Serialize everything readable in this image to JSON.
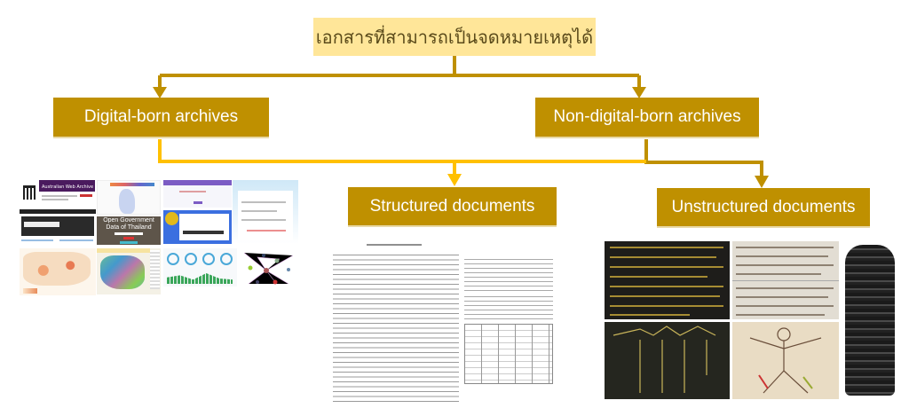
{
  "root": {
    "label": "เอกสารที่สามารถเป็นจดหมายเหตุได้"
  },
  "level1": [
    {
      "label": "Digital-born archives"
    },
    {
      "label": "Non-digital-born archives"
    }
  ],
  "level2": [
    {
      "label": "Structured documents"
    },
    {
      "label": "Unstructured documents"
    }
  ],
  "thumbnails": {
    "web_archive_title": "Australian Web Archive",
    "open_data_title": "Open Government Data of Thailand"
  },
  "colors": {
    "gold": "#bf9000",
    "yellow": "#ffc000",
    "root_fill": "#ffe699"
  }
}
